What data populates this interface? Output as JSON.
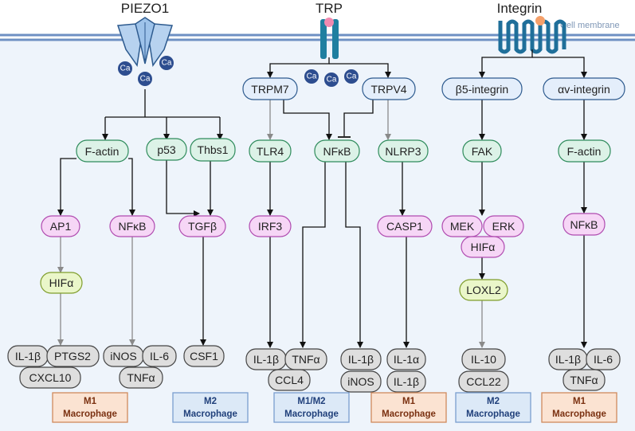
{
  "receptors": {
    "piezo1": "PIEZO1",
    "trp": "TRP",
    "integrin": "Integrin"
  },
  "membrane_label": "Cell membrane",
  "ions": {
    "calcium": "Ca"
  },
  "nodes": {
    "trpm7": "TRPM7",
    "trpv4": "TRPV4",
    "beta5_integrin": "β5-integrin",
    "av_integrin": "αv-integrin",
    "factin_piezo": "F-actin",
    "p53": "p53",
    "thbs1": "Thbs1",
    "tlr4": "TLR4",
    "nfkb_trp": "NFκB",
    "nlrp3": "NLRP3",
    "fak": "FAK",
    "factin_integrin": "F-actin",
    "ap1": "AP1",
    "nfkb_piezo": "NFκB",
    "tgfb": "TGFβ",
    "irf3": "IRF3",
    "casp1": "CASP1",
    "mek": "MEK",
    "erk": "ERK",
    "hifa_integrin": "HIFα",
    "nfkb_integrin": "NFκB",
    "hifa_piezo": "HIFα",
    "loxl2": "LOXL2"
  },
  "cytokines": {
    "il1b_a": "IL-1β",
    "ptgs2": "PTGS2",
    "cxcl10": "CXCL10",
    "inos_a": "iNOS",
    "il6_a": "IL-6",
    "tnfa_a": "TNFα",
    "csf1": "CSF1",
    "il1b_b": "IL-1β",
    "tnfa_b": "TNFα",
    "ccl4": "CCL4",
    "il1b_c": "IL-1β",
    "inos_b": "iNOS",
    "il1a": "IL-1α",
    "il1b_d": "IL-1β",
    "il10": "IL-10",
    "ccl22": "CCL22",
    "il1b_e": "IL-1β",
    "il6_b": "IL-6",
    "tnfa_c": "TNFα"
  },
  "outcomes": [
    {
      "line1": "M1",
      "line2": "Macrophage",
      "type": "M1"
    },
    {
      "line1": "M2",
      "line2": "Macrophage",
      "type": "M2"
    },
    {
      "line1": "M1/M2",
      "line2": "Macrophage",
      "type": "M2"
    },
    {
      "line1": "M1",
      "line2": "Macrophage",
      "type": "M1"
    },
    {
      "line1": "M2",
      "line2": "Macrophage",
      "type": "M2"
    },
    {
      "line1": "M1",
      "line2": "Macrophage",
      "type": "M1"
    }
  ],
  "colors": {
    "receptor_node": "#e4eefb",
    "receptor_stroke": "#2d5a8e",
    "green_node": "#dcf2e7",
    "green_stroke": "#2e8b5b",
    "pink_node": "#f6d6f6",
    "pink_stroke": "#b04bb0",
    "lime_node": "#eaf6c9",
    "lime_stroke": "#7f9d2c",
    "grey_node": "#dedede",
    "grey_stroke": "#444444",
    "m1_fill": "#fbe3d2",
    "m1_stroke": "#d08a5c",
    "m1_text": "#7a3010",
    "m2_fill": "#dce9f7",
    "m2_stroke": "#7a9fcf",
    "m2_text": "#1f3f7a",
    "membrane": "#6e90c3",
    "cytoplasm": "#eef4fb",
    "calcium": "#2d4d8f"
  }
}
